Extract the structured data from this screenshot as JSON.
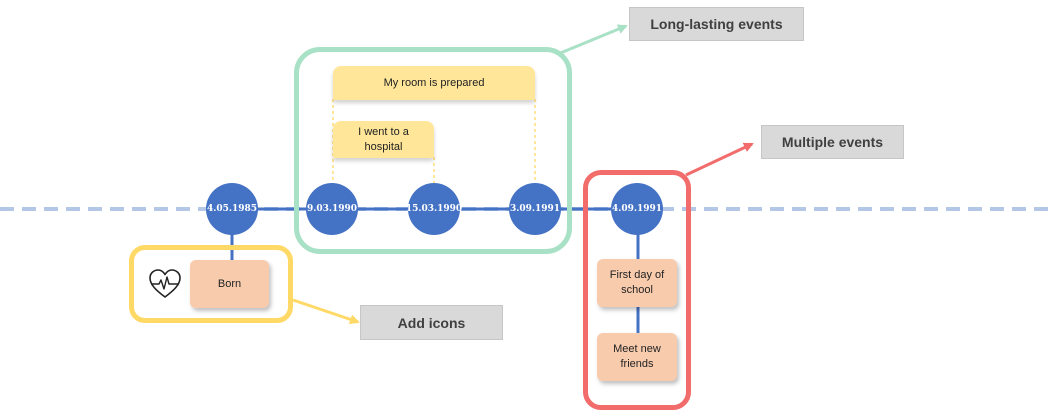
{
  "colors": {
    "node": "#4472c4",
    "axis_dashed": "#b4c7e7",
    "long_lasting_frame": "#a9e1c6",
    "multiple_events_frame": "#f26c6c",
    "icons_frame": "#ffd966",
    "card_peach": "#f8cbad",
    "card_yellow": "#ffe699",
    "callout_box": "#d9d9d9"
  },
  "timeline": {
    "dates": [
      "4.05.1985",
      "9.03.1990",
      "15.03.1990",
      "3.09.1991",
      "4.09.1991"
    ]
  },
  "events": {
    "born": "Born",
    "room": "My room is prepared",
    "hospital": "I went to a hospital",
    "school": "First day of school",
    "friends": "Meet new friends"
  },
  "callouts": {
    "long_lasting": "Long-lasting events",
    "multiple": "Multiple events",
    "icons": "Add icons"
  },
  "icons": {
    "born_icon": "heart-pulse-icon"
  }
}
